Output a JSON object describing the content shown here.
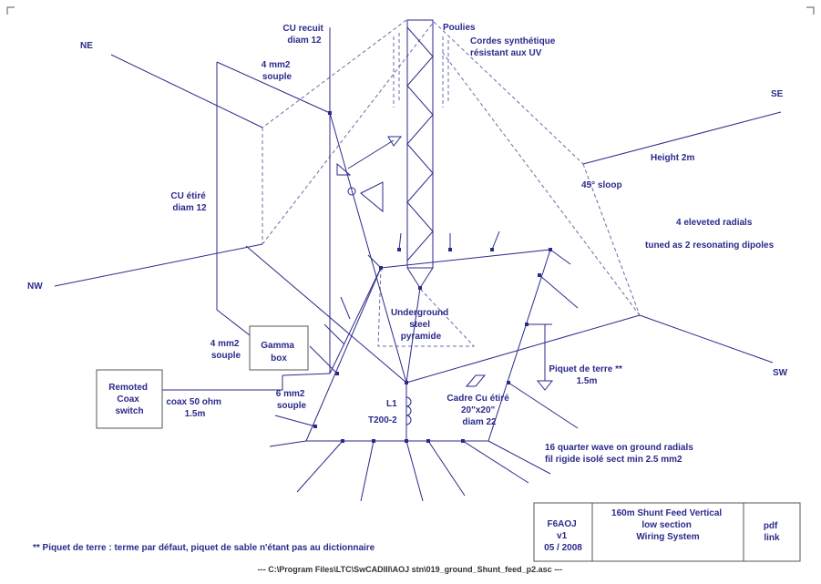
{
  "colors": {
    "ink": "#2a2a8c",
    "dash": "#6a6aa8",
    "grey": "#555555",
    "bg": "#ffffff"
  },
  "labels": {
    "cu_recuit": [
      "CU recuit",
      "diam 12"
    ],
    "poulies": "Poulies",
    "cordes": [
      "Cordes synthétique",
      "résistant aux UV"
    ],
    "ne": "NE",
    "se": "SE",
    "nw": "NW",
    "sw": "SW",
    "mm4_top": [
      "4 mm2",
      "souple"
    ],
    "mm4_bottom": [
      "4 mm2",
      "souple"
    ],
    "mm6": [
      "6 mm2",
      "souple"
    ],
    "cu_etire": [
      "CU étiré",
      "diam 12"
    ],
    "height": "Height 2m",
    "sloop": "45° sloop",
    "radials": "4 eleveted radials",
    "dipoles": "tuned as 2 resonating dipoles",
    "pyramid": [
      "Underground",
      "steel",
      "pyramide"
    ],
    "gamma": [
      "Gamma",
      "box"
    ],
    "remoted": [
      "Remoted",
      "Coax",
      "switch"
    ],
    "coax": [
      "coax 50 ohm",
      "1.5m"
    ],
    "l1": "L1",
    "t200": "T200-2",
    "cadre": [
      "Cadre Cu étiré",
      "20\"x20\"",
      "diam 22"
    ],
    "piquet": [
      "Piquet de terre **",
      "1.5m"
    ],
    "quarter": [
      "16 quarter wave on ground radials",
      "fil rigide isolé sect min 2.5 mm2"
    ]
  },
  "title_block": {
    "author": [
      "F6AOJ",
      "v1",
      "05 / 2008"
    ],
    "title": [
      "160m Shunt Feed Vertical",
      "low section",
      "Wiring System"
    ],
    "pdf": [
      "pdf",
      "link"
    ],
    "footnote": "**  Piquet de terre : terme par défaut, piquet de sable n'étant pas au dictionnaire"
  },
  "file_path": "---  C:\\Program Files\\LTC\\SwCADIII\\AOJ stn\\019_ground_Shunt_feed_p2.asc  ---"
}
